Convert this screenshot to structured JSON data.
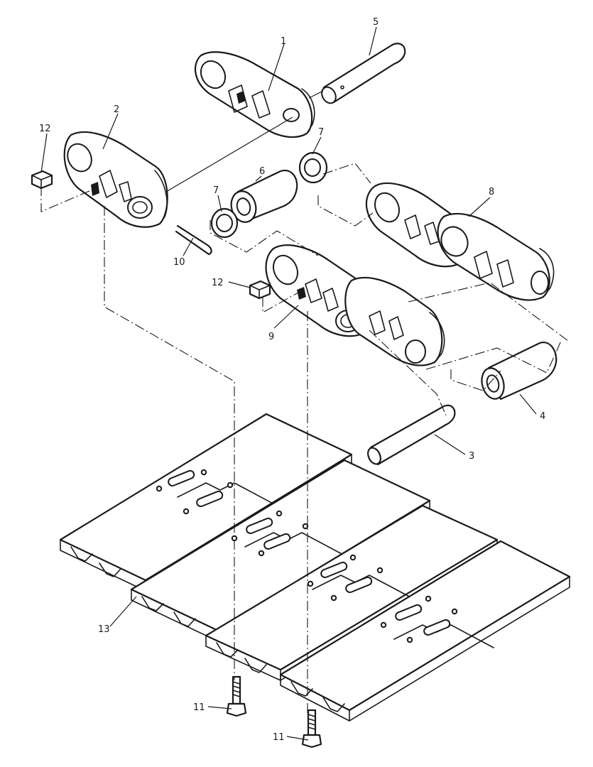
{
  "callouts": [
    "1",
    "2",
    "3",
    "4",
    "5",
    "6",
    "7",
    "7",
    "8",
    "9",
    "10",
    "11",
    "11",
    "12",
    "12",
    "13"
  ]
}
